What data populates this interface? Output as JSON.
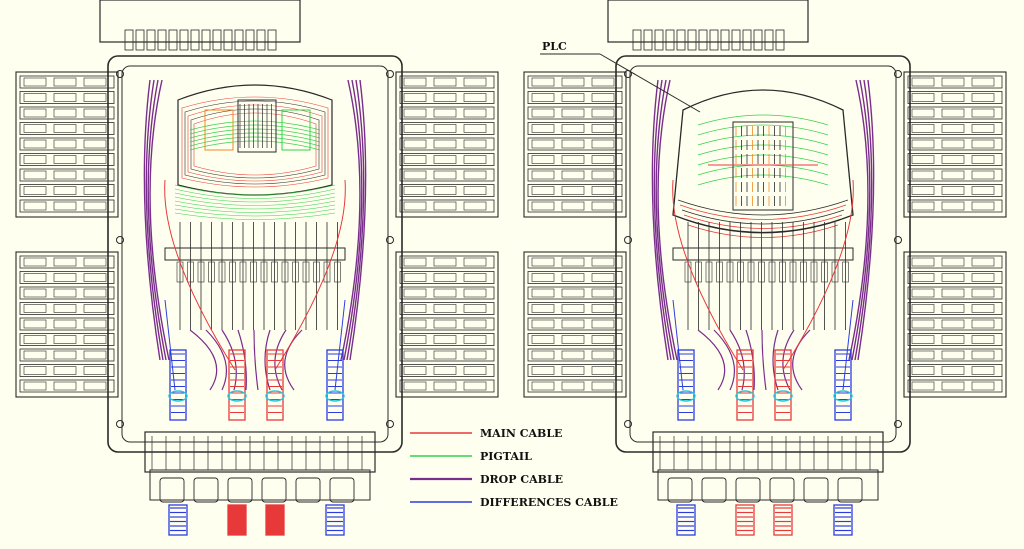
{
  "callout": {
    "plc_label": "PLC"
  },
  "legend": {
    "items": [
      {
        "label": "MAIN CABLE",
        "color": "#e8393a"
      },
      {
        "label": "PIGTAIL",
        "color": "#35d14a"
      },
      {
        "label": "DROP CABLE",
        "color": "#7a2e8c"
      },
      {
        "label": "DIFFERENCES CABLE",
        "color": "#2b3de0"
      }
    ]
  },
  "colors": {
    "background": "#fffff0",
    "outline": "#2a2a2a",
    "main_cable": "#e8393a",
    "pigtail": "#35d14a",
    "drop_cable": "#7a2e8c",
    "differences_cable": "#2b3de0",
    "splice_orange": "#f08a24",
    "grommet_cyan": "#27c7d8"
  }
}
